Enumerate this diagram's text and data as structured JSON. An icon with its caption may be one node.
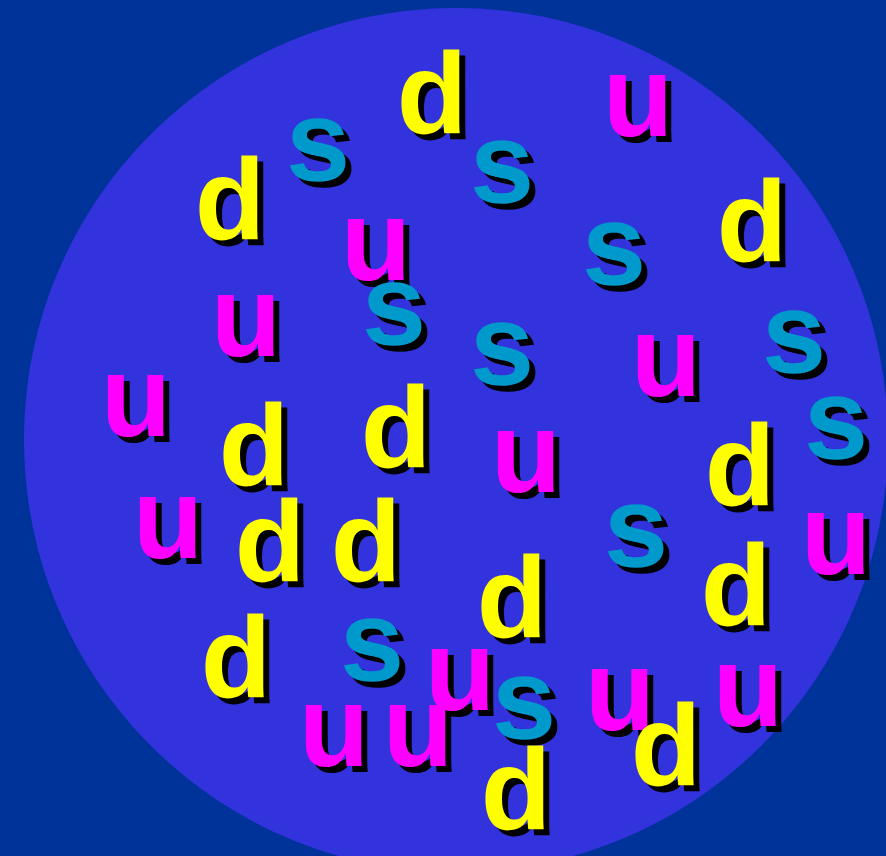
{
  "diagram": {
    "labels": [
      "d",
      "s",
      "u",
      "d",
      "s",
      "u",
      "s",
      "d",
      "u",
      "s",
      "s",
      "u",
      "s",
      "u",
      "d",
      "d",
      "u",
      "d",
      "s",
      "u",
      "d",
      "d",
      "s",
      "u",
      "d",
      "d",
      "d",
      "s",
      "u",
      "s",
      "u",
      "u",
      "u",
      "u",
      "d",
      "d"
    ]
  }
}
